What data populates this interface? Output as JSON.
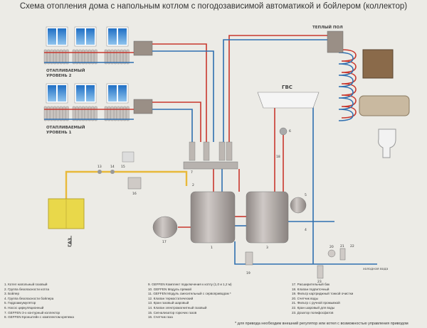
{
  "title": "Схема отопления дома с напольным котлом с погодозависимой автоматикой и бойлером (коллектор)",
  "labels": {
    "floor_heating": "ТЕПЛЫЙ ПОЛ",
    "hot_water": "ГВС",
    "level2": "ОТАПЛИВАЕМЫЙ УРОВЕНЬ 2",
    "level1": "ОТАПЛИВАЕМЫЙ УРОВЕНЬ 1",
    "gas": "ГАЗ",
    "cold_water": "холодная вода"
  },
  "callouts": {
    "boiler": "1",
    "boiler_safety": "2",
    "water_heater": "3",
    "heater_safety": "4",
    "accumulator": "5",
    "pump": "6",
    "collector": "7",
    "expansion_tank": "17",
    "gas_valve": "13",
    "gas_solenoid": "14",
    "gas_alarm": "15",
    "gas_meter": "16",
    "filter": "19",
    "water_meter": "20",
    "filter_wash": "21",
    "water_valve": "22",
    "dosator": "23",
    "makeup_valve": "18"
  },
  "legend": [
    [
      "1. Котел напольный газовый",
      "2. Группа безопасности котла",
      "3. Бойлер",
      "4. Группа безопасности бойлера",
      "5. Гидроаккумулятор",
      "6. Насос циркуляционный",
      "7. GEFFEN 3-х контурный коллектор",
      "8. GEFFEN Кронштейн с комплектом крепежа"
    ],
    [
      "9. GEFFEN Комплект подключения к котлу (1,0 и 1,2 м)",
      "10. GEFFEN Модуль прямой",
      "11. GEFFEN Модуль смесительный с сервоприводом *",
      "12. Клапан термостатический",
      "13. Кран газовый шаровый",
      "14. Клапан электромагнитный газовый",
      "15. Сигнализатор горючих газов",
      "16. Счетчик газа"
    ],
    [
      "17. Расширительный бак",
      "18. Клапан подпиточный",
      "19. Фильтр картриджный тонкой очистки",
      "20. Счетчик воды",
      "21. Фильтр с ручной промывкой",
      "22. Кран шаровый для воды",
      "23. Дозатор полифосфатов"
    ]
  ],
  "footnote": "* для привода необходим внешний регулятор или котел с возможностью управления приводом",
  "colors": {
    "supply": "#c8372d",
    "return": "#2f6fb0",
    "gas": "#e8b93a",
    "tank": "#a9a3a0",
    "window": "#2a7fd0"
  }
}
